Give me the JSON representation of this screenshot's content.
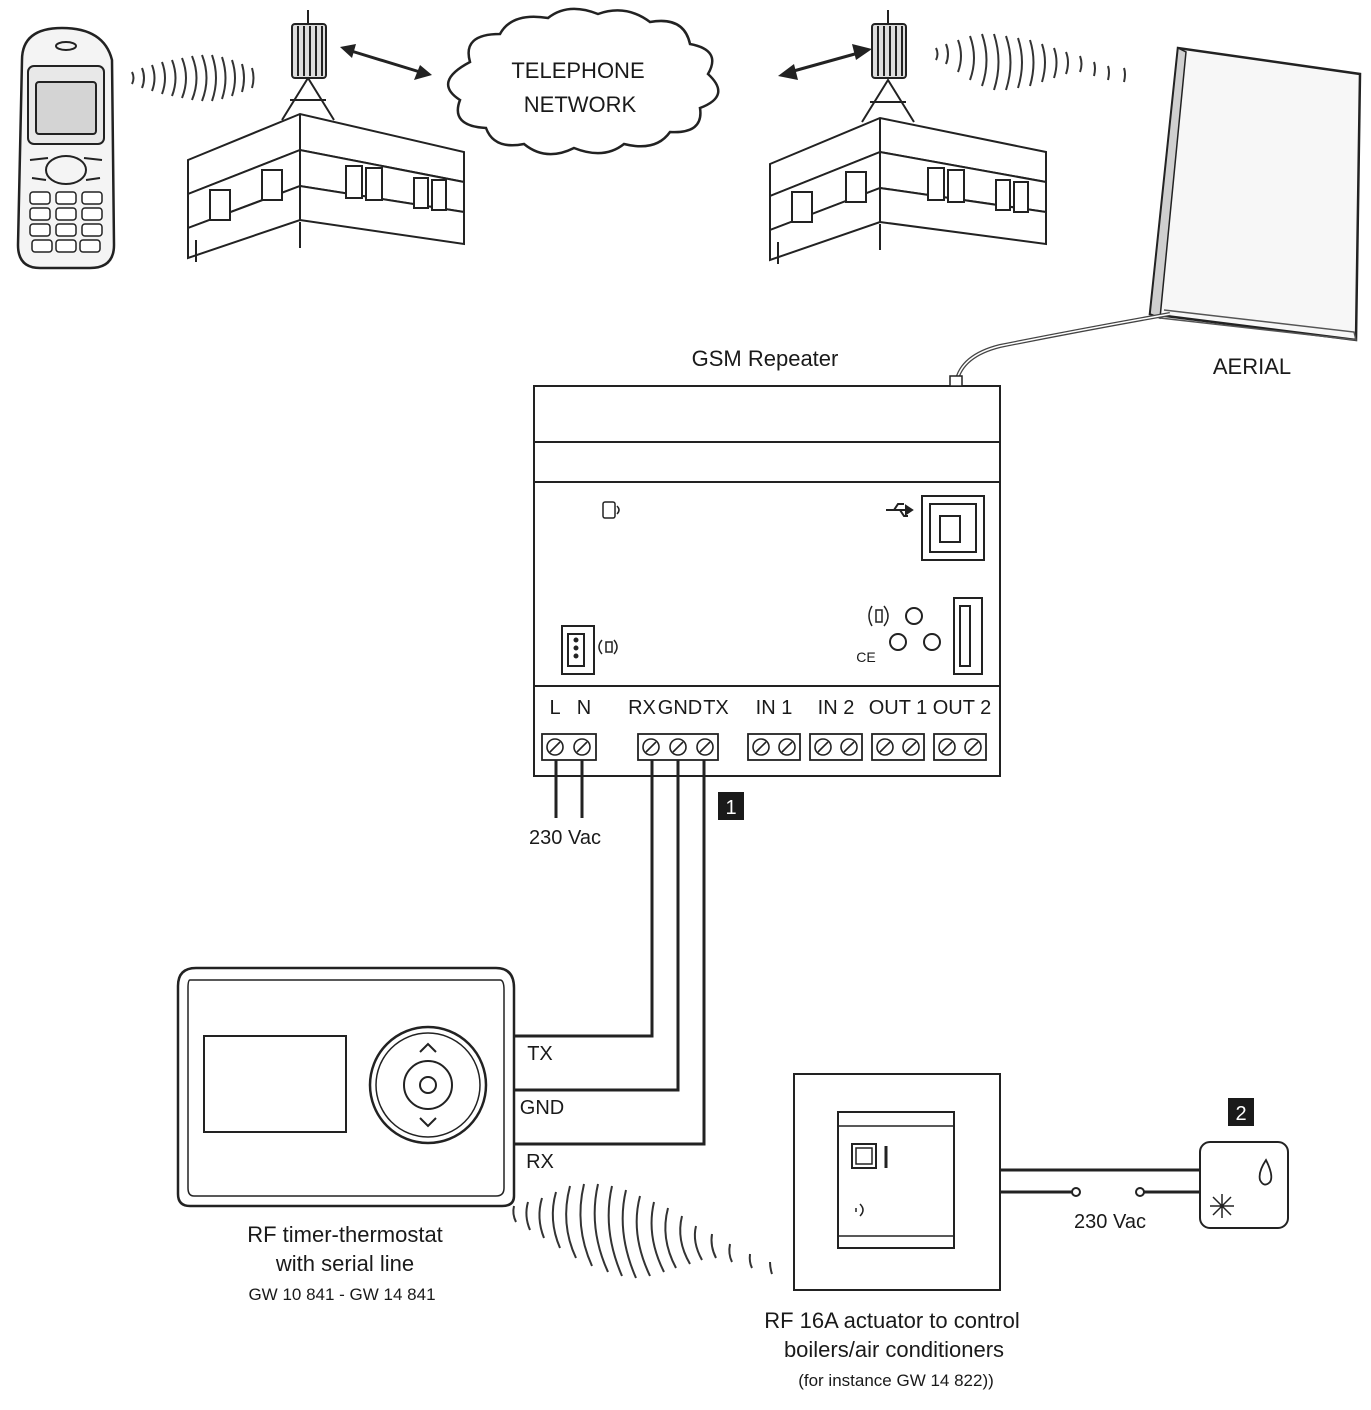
{
  "network": {
    "line1": "TELEPHONE",
    "line2": "NETWORK"
  },
  "repeater": {
    "title": "GSM Repeater",
    "terminals": [
      "L",
      "N",
      "RX",
      "GND",
      "TX",
      "IN 1",
      "IN 2",
      "OUT 1",
      "OUT 2"
    ],
    "ce_mark": "CE"
  },
  "aerial": {
    "label": "AERIAL"
  },
  "power": {
    "supply": "230 Vac",
    "actuator_supply": "230 Vac"
  },
  "badges": {
    "b1": "1",
    "b2": "2"
  },
  "thermostat": {
    "wires": [
      "TX",
      "GND",
      "RX"
    ],
    "label_line1": "RF timer-thermostat",
    "label_line2": "with serial line",
    "label_line3": "GW 10 841 - GW 14 841"
  },
  "actuator": {
    "label_line1": "RF 16A actuator to control",
    "label_line2": "boilers/air conditioners",
    "label_line3": "(for instance GW 14 822))"
  }
}
